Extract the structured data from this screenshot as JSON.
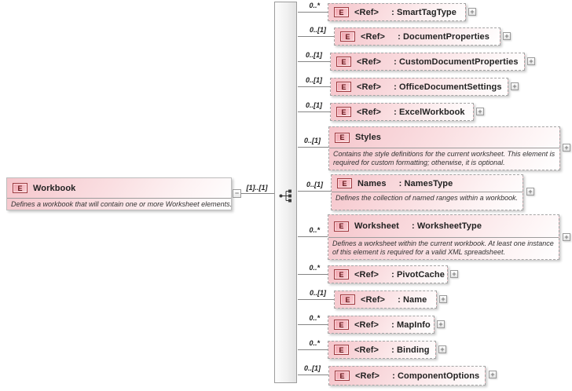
{
  "root": {
    "badge": "E",
    "title": "Workbook",
    "description": "Defines a workbook that will contain one or more Worksheet elements.",
    "cardinality": "[1]..[1]"
  },
  "compositor": "sequence",
  "ui": {
    "expand_glyph": "+",
    "collapse_glyph": "−"
  },
  "colors": {
    "element_fill_top": "#f5c5cb",
    "element_fill_bottom": "#ffffff",
    "badge_border": "#9e3a3f",
    "badge_fill": "#f2a2ac",
    "connector_line": "#858585",
    "bar_fill": "#efefef"
  },
  "children": [
    {
      "cardinality": "0..*",
      "badge": "E",
      "name": "<Ref>",
      "type": ": SmartTagType"
    },
    {
      "cardinality": "0..[1]",
      "badge": "E",
      "name": "<Ref>",
      "type": ": DocumentProperties"
    },
    {
      "cardinality": "0..[1]",
      "badge": "E",
      "name": "<Ref>",
      "type": ": CustomDocumentProperties"
    },
    {
      "cardinality": "0..[1]",
      "badge": "E",
      "name": "<Ref>",
      "type": ": OfficeDocumentSettings"
    },
    {
      "cardinality": "0..[1]",
      "badge": "E",
      "name": "<Ref>",
      "type": ": ExcelWorkbook"
    },
    {
      "cardinality": "0..[1]",
      "badge": "E",
      "name": "Styles",
      "type": "",
      "description": "Contains the style definitions for the current worksheet. This element is required for custom formatting; otherwise, it is optional."
    },
    {
      "cardinality": "0..[1]",
      "badge": "E",
      "name": "Names",
      "type": ": NamesType",
      "description": "Defines the collection of named ranges within a workbook."
    },
    {
      "cardinality": "0..*",
      "badge": "E",
      "name": "Worksheet",
      "type": ": WorksheetType",
      "description": "Defines a worksheet within the current workbook. At least one instance of this element is required for a valid XML spreadsheet."
    },
    {
      "cardinality": "0..*",
      "badge": "E",
      "name": "<Ref>",
      "type": ": PivotCache"
    },
    {
      "cardinality": "0..[1]",
      "badge": "E",
      "name": "<Ref>",
      "type": ": Name"
    },
    {
      "cardinality": "0..*",
      "badge": "E",
      "name": "<Ref>",
      "type": ": MapInfo"
    },
    {
      "cardinality": "0..*",
      "badge": "E",
      "name": "<Ref>",
      "type": ": Binding"
    },
    {
      "cardinality": "0..[1]",
      "badge": "E",
      "name": "<Ref>",
      "type": ": ComponentOptions"
    }
  ]
}
